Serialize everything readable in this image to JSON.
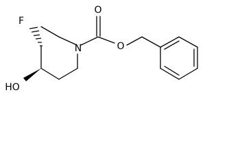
{
  "structure": {
    "atoms": {
      "fluorine": "F",
      "nitrogen": "N",
      "carbonyl_oxygen": "O",
      "ester_oxygen": "O",
      "hydroxyl": "HO"
    },
    "stereo_bonds": {
      "c3_fluorine": "hashed-wedge",
      "c4_hydroxyl": "solid-wedge"
    },
    "colors": {
      "bond": "#000000",
      "label": "#000000",
      "background": "#ffffff"
    }
  }
}
